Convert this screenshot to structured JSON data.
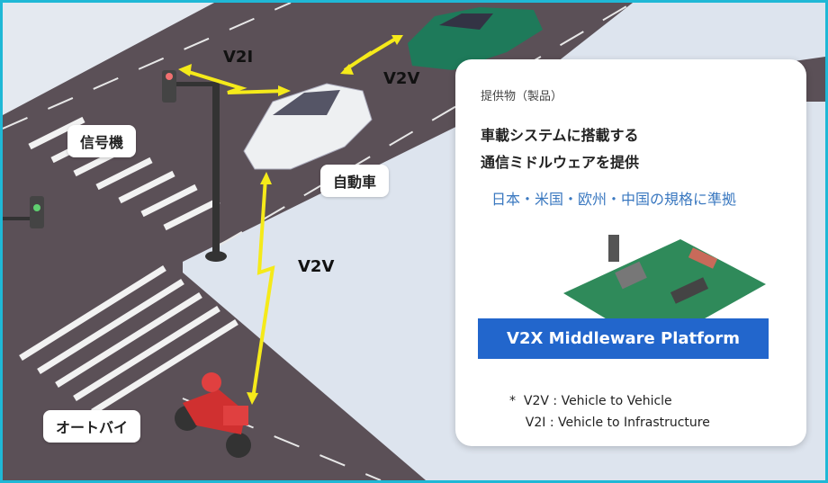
{
  "scene": {
    "labels": {
      "signal": "信号機",
      "car": "自動車",
      "motorbike": "オートバイ"
    },
    "links": {
      "v2i": "V2I",
      "v2v_top": "V2V",
      "v2v_bottom": "V2V"
    }
  },
  "panel": {
    "subtitle": "提供物（製品）",
    "heading_line1": "車載システムに搭載する",
    "heading_line2": "通信ミドルウェアを提供",
    "standards": "日本・米国・欧州・中国の規格に準拠",
    "product_label": "V2X Middleware Platform",
    "notes": [
      "*  V2V : Vehicle to Vehicle",
      "    V2I : Vehicle to Infrastructure"
    ]
  },
  "colors": {
    "border": "#1fb8d6",
    "road": "#5b5057",
    "accent_blue": "#2266cc",
    "arrow": "#f5ea1a"
  }
}
